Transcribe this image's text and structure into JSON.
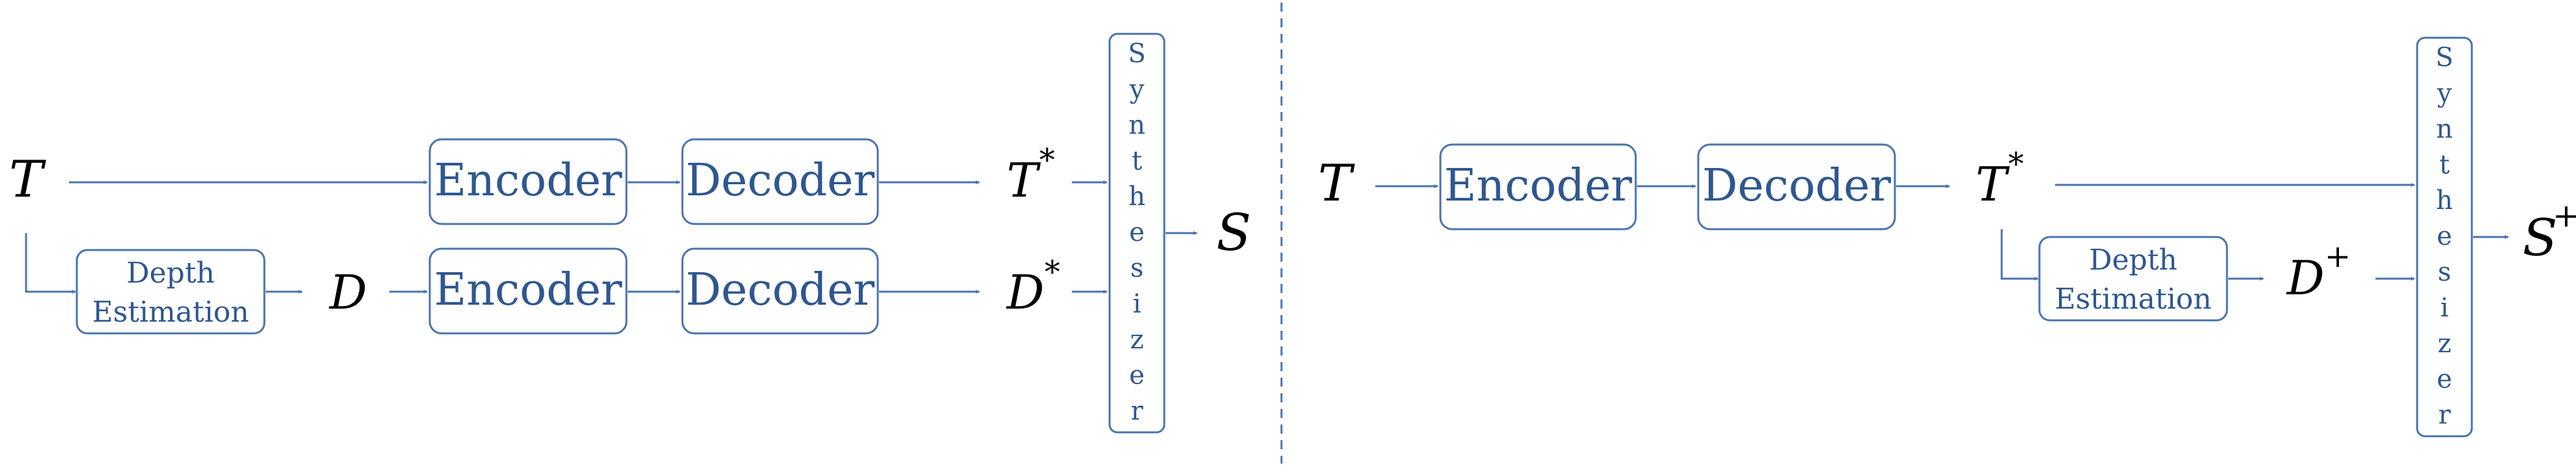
{
  "left_panel": {
    "input_t": "T",
    "depth_estimation_line1": "Depth",
    "depth_estimation_line2": "Estimation",
    "depth_d": "D",
    "encoder_top": "Encoder",
    "decoder_top": "Decoder",
    "encoder_bottom": "Encoder",
    "decoder_bottom": "Decoder",
    "t_star_base": "T",
    "t_star_sup": "*",
    "d_star_base": "D",
    "d_star_sup": "*",
    "synthesizer_letters": [
      "S",
      "y",
      "n",
      "t",
      "h",
      "e",
      "s",
      "i",
      "z",
      "e",
      "r"
    ],
    "output_s": "S"
  },
  "right_panel": {
    "input_t": "T",
    "encoder": "Encoder",
    "decoder": "Decoder",
    "t_star_base": "T",
    "t_star_sup": "*",
    "depth_estimation_line1": "Depth",
    "depth_estimation_line2": "Estimation",
    "d_plus_base": "D",
    "d_plus_sup": "+",
    "synthesizer_letters": [
      "S",
      "y",
      "n",
      "t",
      "h",
      "e",
      "s",
      "i",
      "z",
      "e",
      "r"
    ],
    "output_s_base": "S",
    "output_s_sup": "+"
  },
  "colors": {
    "line": "#4a74ad",
    "box_text": "#2f5790",
    "symbol_text": "#000000"
  }
}
